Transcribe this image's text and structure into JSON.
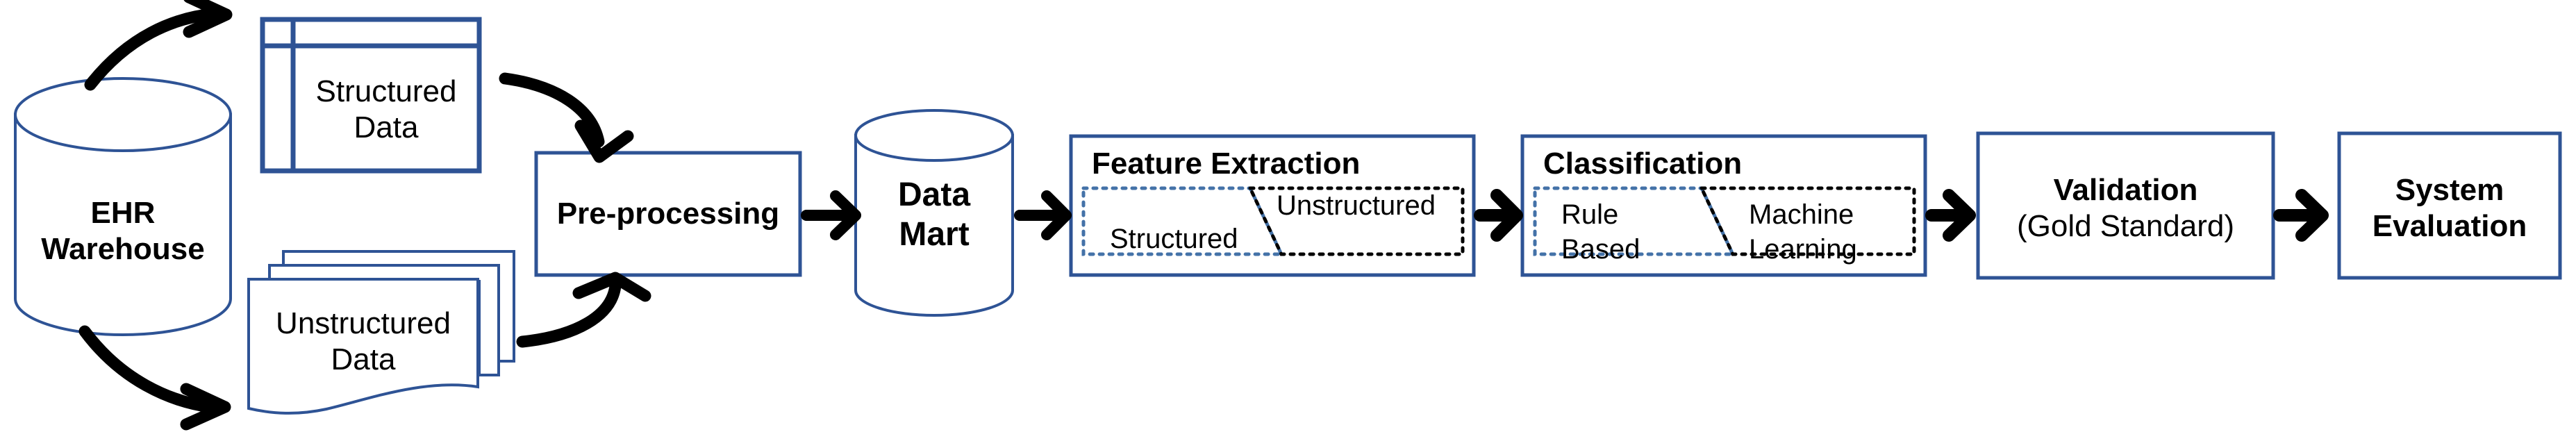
{
  "diagram": {
    "title": "EHR clinical data processing and classification pipeline",
    "colors": {
      "shape_stroke": "#2E5395",
      "arrow": "#000000",
      "text": "#000000",
      "background": "#FFFFFF",
      "dotted_blue": "#4472A8",
      "dotted_black": "#000000"
    },
    "nodes": [
      {
        "id": "ehr-warehouse",
        "shape": "cylinder",
        "lines": [
          "EHR",
          "Warehouse"
        ],
        "bold": true
      },
      {
        "id": "structured-data",
        "shape": "table",
        "lines": [
          "Structured",
          "Data"
        ],
        "bold": false
      },
      {
        "id": "unstructured-data",
        "shape": "stacked-document",
        "lines": [
          "Unstructured",
          "Data"
        ],
        "bold": false
      },
      {
        "id": "pre-processing",
        "shape": "rectangle",
        "lines": [
          "Pre-processing"
        ],
        "bold": true
      },
      {
        "id": "data-mart",
        "shape": "cylinder",
        "lines": [
          "Data",
          "Mart"
        ],
        "bold": true
      },
      {
        "id": "feature-extraction",
        "shape": "rectangle-with-subboxes",
        "heading": "Feature Extraction",
        "subboxes": [
          {
            "id": "fe-structured",
            "label": "Structured",
            "border": "dotted-blue"
          },
          {
            "id": "fe-unstructured",
            "label": "Unstructured",
            "border": "dotted-black"
          }
        ]
      },
      {
        "id": "classification",
        "shape": "rectangle-with-subboxes",
        "heading": "Classification",
        "subboxes": [
          {
            "id": "cl-rule-based",
            "label": "Rule\nBased",
            "line1": "Rule",
            "line2": "Based",
            "border": "dotted-blue"
          },
          {
            "id": "cl-machine-learning",
            "label": "Machine\nLearning",
            "line1": "Machine",
            "line2": "Learning",
            "border": "dotted-black"
          }
        ]
      },
      {
        "id": "validation",
        "shape": "rectangle",
        "line_bold": "Validation",
        "line_regular": "(Gold Standard)"
      },
      {
        "id": "system-evaluation",
        "shape": "rectangle",
        "lines": [
          "System",
          "Evaluation"
        ],
        "bold": true
      }
    ],
    "edges": [
      {
        "id": "edge-ehr-to-structured",
        "from": "ehr-warehouse",
        "to": "structured-data",
        "style": "curved-arrow"
      },
      {
        "id": "edge-ehr-to-unstructured",
        "from": "ehr-warehouse",
        "to": "unstructured-data",
        "style": "curved-arrow"
      },
      {
        "id": "edge-structured-to-preprocessing",
        "from": "structured-data",
        "to": "pre-processing",
        "style": "curved-arrow"
      },
      {
        "id": "edge-unstructured-to-preprocessing",
        "from": "unstructured-data",
        "to": "pre-processing",
        "style": "curved-arrow"
      },
      {
        "id": "edge-preprocessing-to-datamart",
        "from": "pre-processing",
        "to": "data-mart",
        "style": "straight-arrow"
      },
      {
        "id": "edge-datamart-to-featureextraction",
        "from": "data-mart",
        "to": "feature-extraction",
        "style": "straight-arrow"
      },
      {
        "id": "edge-featureextraction-to-classification",
        "from": "feature-extraction",
        "to": "classification",
        "style": "straight-arrow"
      },
      {
        "id": "edge-classification-to-validation",
        "from": "classification",
        "to": "validation",
        "style": "straight-arrow"
      },
      {
        "id": "edge-validation-to-systemevaluation",
        "from": "validation",
        "to": "system-evaluation",
        "style": "straight-arrow"
      }
    ],
    "text": {
      "ehr_line1": "EHR",
      "ehr_line2": "Warehouse",
      "structured_line1": "Structured",
      "structured_line2": "Data",
      "unstructured_line1": "Unstructured",
      "unstructured_line2": "Data",
      "preprocessing": "Pre-processing",
      "datamart_line1": "Data",
      "datamart_line2": "Mart",
      "feature_extraction_heading": "Feature Extraction",
      "fe_structured": "Structured",
      "fe_unstructured": "Unstructured",
      "classification_heading": "Classification",
      "cl_rule": "Rule",
      "cl_based": "Based",
      "cl_machine": "Machine",
      "cl_learning": "Learning",
      "validation_line1": "Validation",
      "validation_line2": "(Gold Standard)",
      "system_eval_line1": "System",
      "system_eval_line2": "Evaluation"
    }
  }
}
